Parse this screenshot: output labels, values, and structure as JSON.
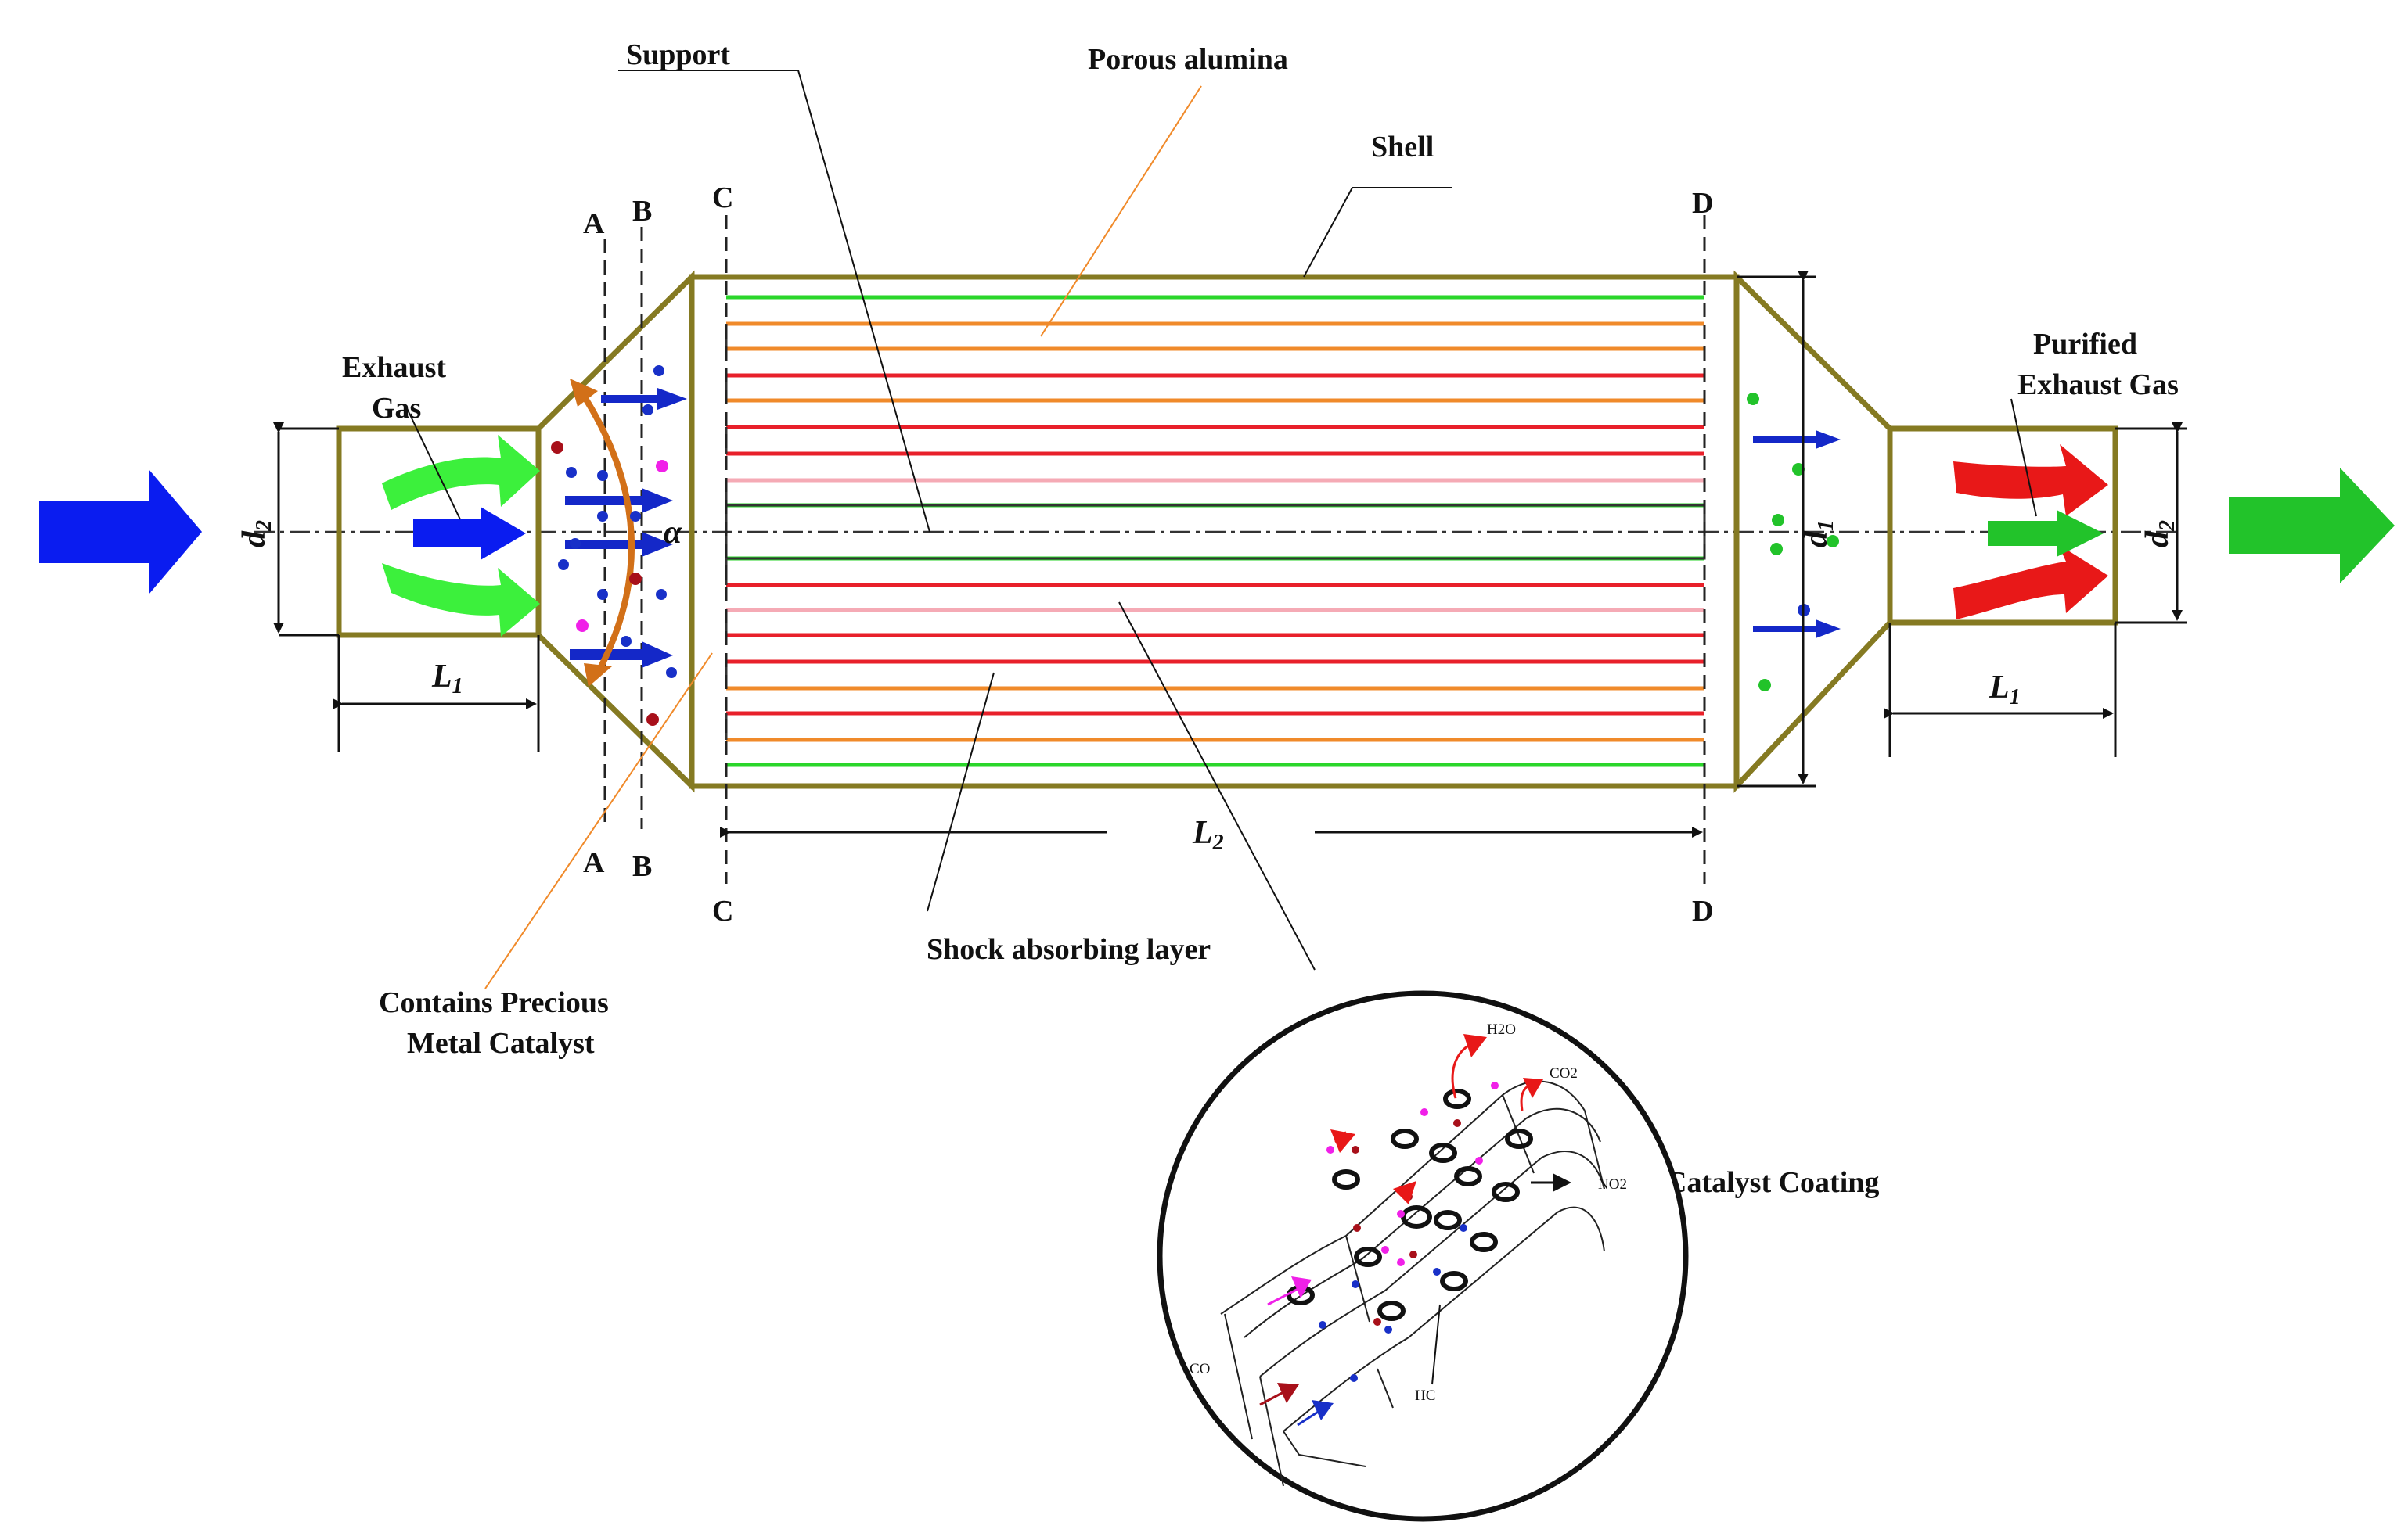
{
  "labels": {
    "support": "Support",
    "porous_alumina": "Porous alumina",
    "shell": "Shell",
    "exhaust_gas_line1": "Exhaust",
    "exhaust_gas_line2": "Gas",
    "purified_line1": "Purified",
    "purified_line2": "Exhaust Gas",
    "precious_line1": "Contains Precious",
    "precious_line2": "Metal Catalyst",
    "shock_layer": "Shock absorbing layer",
    "catalyst_coating": "Catalyst Coating"
  },
  "sections": {
    "a": "A",
    "b": "B",
    "c": "C",
    "d": "D"
  },
  "dimensions": {
    "d2": "d",
    "d2_sub": "2",
    "d1": "d",
    "d1_sub": "1",
    "l1": "L",
    "l1_sub": "1",
    "l2": "L",
    "l2_sub": "2",
    "alpha": "α"
  },
  "chemistry": {
    "h2o": "H2O",
    "co2": "CO2",
    "no2": "NO2",
    "co": "CO",
    "hc": "HC"
  },
  "colors": {
    "shell": "#857a22",
    "inlet_arrow": "#0a1cf0",
    "outlet_arrow": "#22c32a",
    "flow_in": "#3cf03c",
    "flow_out": "#e81818",
    "channel_red": "#e8202a",
    "channel_orange": "#f08a2a",
    "channel_green": "#2ad62a",
    "channel_pink": "#f5aab5",
    "curve_orange": "#d27018",
    "particle_blue": "#1830c8",
    "particle_darkred": "#a8101a",
    "particle_magenta": "#f020e8"
  }
}
